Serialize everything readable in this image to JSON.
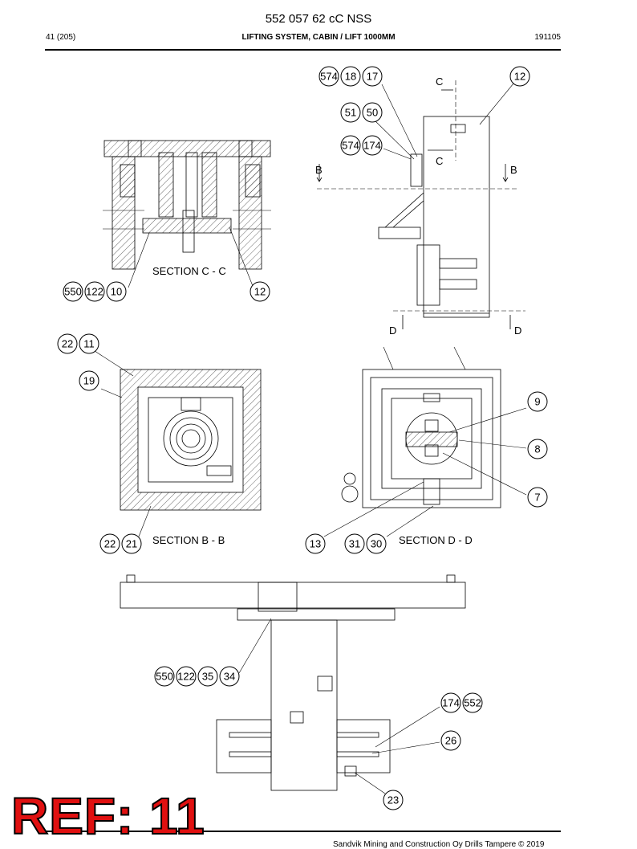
{
  "header": {
    "doc_number": "552 057 62 cC NSS",
    "page_ref": "41 (205)",
    "title": "LIFTING SYSTEM, CABIN / LIFT 1000MM",
    "date_code": "191105"
  },
  "drawing": {
    "section_labels": {
      "cc": "SECTION C - C",
      "bb": "SECTION B - B",
      "dd": "SECTION D - D"
    },
    "markers": {
      "c": "C",
      "b": "B",
      "d": "D"
    },
    "callouts": {
      "top_right": [
        "574",
        "18",
        "17",
        "51",
        "50",
        "574",
        "174",
        "12"
      ],
      "section_cc": [
        "550",
        "122",
        "10",
        "12"
      ],
      "section_bb": [
        "22",
        "11",
        "19",
        "22",
        "21"
      ],
      "section_dd": [
        "9",
        "8",
        "7",
        "13",
        "31",
        "30"
      ],
      "bottom": [
        "550",
        "122",
        "35",
        "34",
        "174",
        "552",
        "26",
        "23"
      ]
    }
  },
  "watermark": "REF: 11",
  "footer": {
    "copyright": "Sandvik Mining and Construction Oy Drills Tampere © 2019"
  }
}
